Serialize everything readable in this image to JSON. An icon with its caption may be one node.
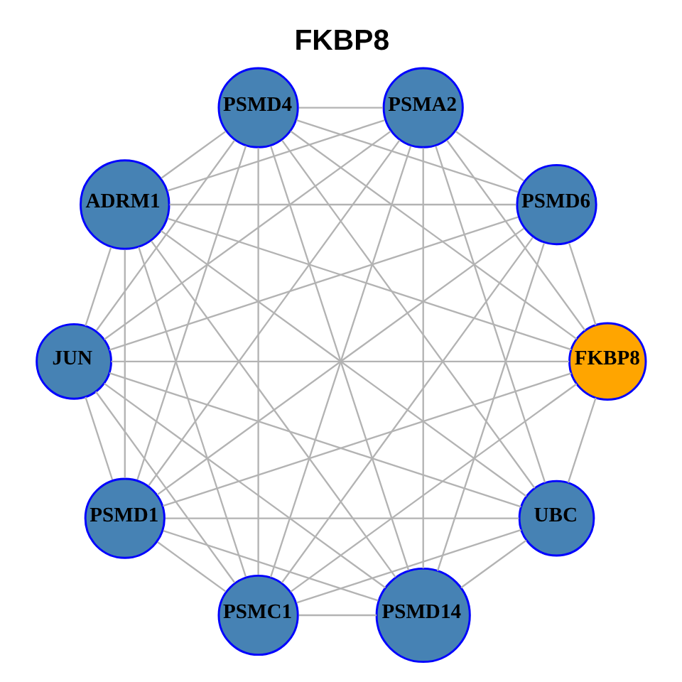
{
  "diagram": {
    "title": "FKBP8",
    "nodes": [
      {
        "text": [
          "PSMD1"
        ]
      },
      {
        "text": [
          "PSMD6"
        ]
      },
      {
        "text": [
          "PSMC1"
        ]
      },
      {
        "text": [
          "JUN"
        ]
      },
      {
        "text": [
          "FKBP8"
        ]
      },
      {
        "text": [
          "ADRM1"
        ]
      },
      {
        "text": [
          "PSMD14"
        ]
      },
      {
        "text": [
          "PSMD4"
        ]
      },
      {
        "text": [
          "PSMA2"
        ]
      },
      {
        "text": [
          "UBC"
        ]
      }
    ],
    "edges": [
      {
        "from": 4,
        "to": 0,
        "arrow": "none"
      },
      {
        "from": 4,
        "to": 1,
        "arrow": "none"
      },
      {
        "from": 4,
        "to": 2,
        "arrow": "none"
      },
      {
        "from": 4,
        "to": 3,
        "arrow": "none"
      },
      {
        "from": 4,
        "to": 5,
        "arrow": "none"
      },
      {
        "from": 4,
        "to": 7,
        "arrow": "none"
      },
      {
        "from": 4,
        "to": 8,
        "arrow": "none"
      },
      {
        "from": 4,
        "to": 9,
        "arrow": "none"
      },
      {
        "from": 0,
        "to": 1,
        "arrow": "none"
      },
      {
        "from": 0,
        "to": 2,
        "arrow": "none"
      },
      {
        "from": 0,
        "to": 3,
        "arrow": "none"
      },
      {
        "from": 0,
        "to": 5,
        "arrow": "none"
      },
      {
        "from": 0,
        "to": 6,
        "arrow": "none"
      },
      {
        "from": 0,
        "to": 7,
        "arrow": "none"
      },
      {
        "from": 0,
        "to": 8,
        "arrow": "none"
      },
      {
        "from": 0,
        "to": 9,
        "arrow": "none"
      },
      {
        "from": 1,
        "to": 2,
        "arrow": "none"
      },
      {
        "from": 1,
        "to": 3,
        "arrow": "none"
      },
      {
        "from": 1,
        "to": 5,
        "arrow": "none"
      },
      {
        "from": 1,
        "to": 6,
        "arrow": "none"
      },
      {
        "from": 1,
        "to": 7,
        "arrow": "none"
      },
      {
        "from": 1,
        "to": 8,
        "arrow": "none"
      },
      {
        "from": 2,
        "to": 3,
        "arrow": "none"
      },
      {
        "from": 2,
        "to": 5,
        "arrow": "none"
      },
      {
        "from": 2,
        "to": 6,
        "arrow": "none"
      },
      {
        "from": 2,
        "to": 7,
        "arrow": "none"
      },
      {
        "from": 2,
        "to": 8,
        "arrow": "none"
      },
      {
        "from": 2,
        "to": 9,
        "arrow": "none"
      },
      {
        "from": 3,
        "to": 5,
        "arrow": "none"
      },
      {
        "from": 3,
        "to": 6,
        "arrow": "none"
      },
      {
        "from": 3,
        "to": 7,
        "arrow": "none"
      },
      {
        "from": 3,
        "to": 8,
        "arrow": "none"
      },
      {
        "from": 3,
        "to": 9,
        "arrow": "none"
      },
      {
        "from": 5,
        "to": 6,
        "arrow": "none"
      },
      {
        "from": 5,
        "to": 7,
        "arrow": "none"
      },
      {
        "from": 5,
        "to": 8,
        "arrow": "none"
      },
      {
        "from": 5,
        "to": 9,
        "arrow": "none"
      },
      {
        "from": 6,
        "to": 7,
        "arrow": "none"
      },
      {
        "from": 6,
        "to": 8,
        "arrow": "none"
      },
      {
        "from": 6,
        "to": 9,
        "arrow": "none"
      },
      {
        "from": 7,
        "to": 8,
        "arrow": "none"
      },
      {
        "from": 7,
        "to": 9,
        "arrow": "none"
      },
      {
        "from": 8,
        "to": 9,
        "arrow": "none"
      }
    ]
  }
}
